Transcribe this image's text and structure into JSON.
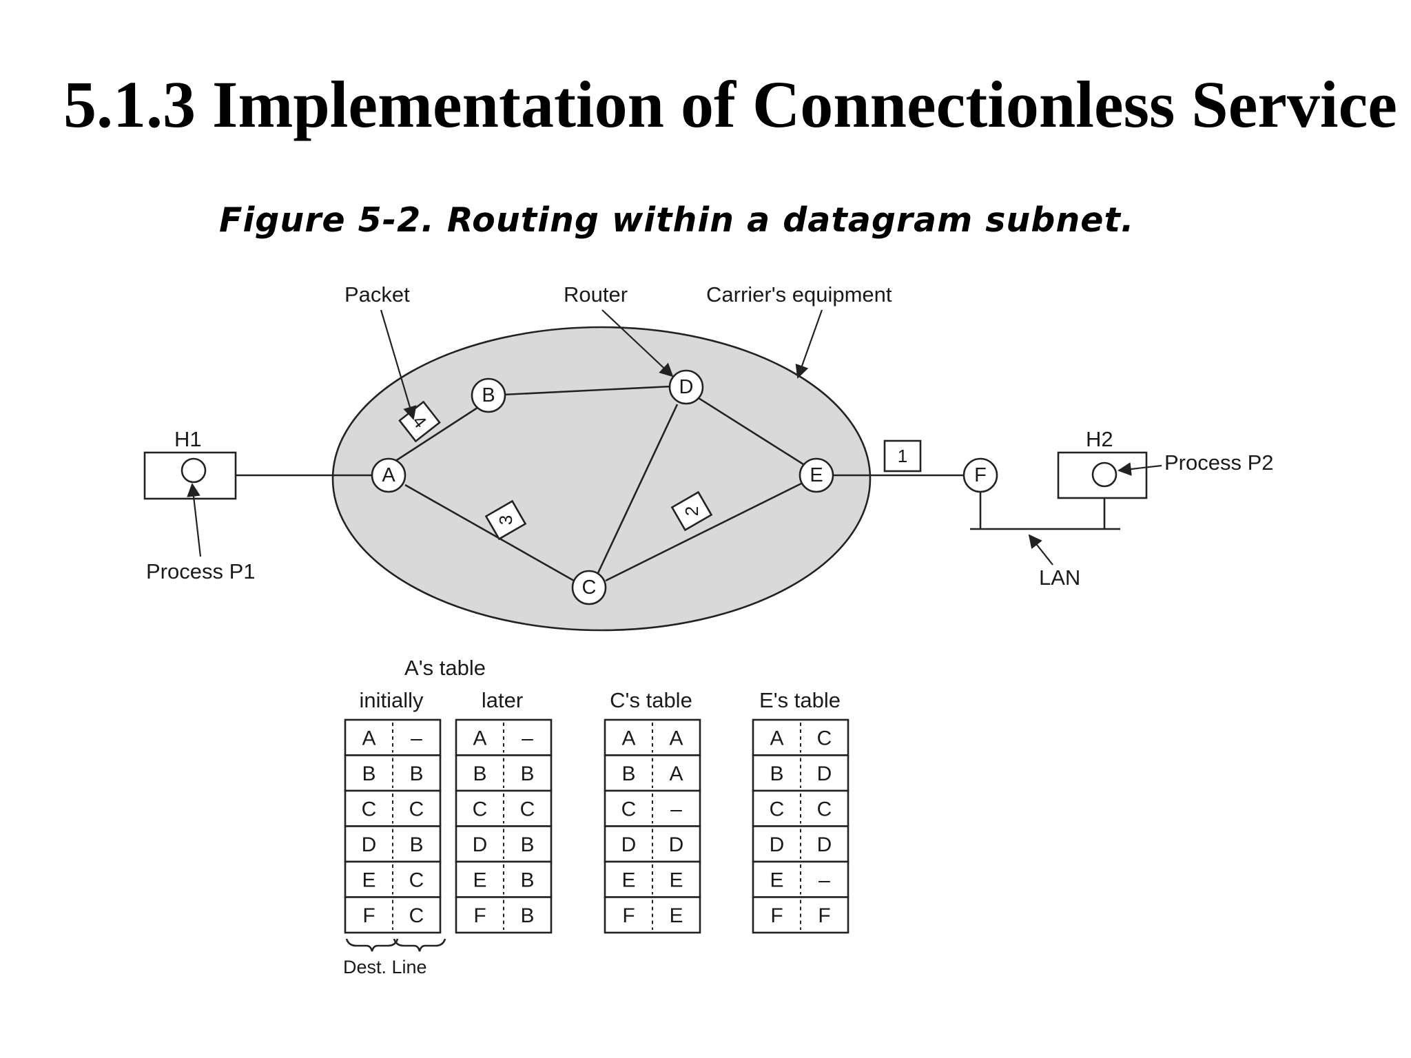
{
  "title": "5.1.3 Implementation of Connectionless Service",
  "caption": "Figure 5-2. Routing within a datagram subnet.",
  "colors": {
    "carrier_fill": "#d9d9d9",
    "stroke": "#222222",
    "background": "#ffffff"
  },
  "diagram": {
    "callouts": {
      "packet": "Packet",
      "router": "Router",
      "carrier": "Carrier's equipment",
      "process_p1": "Process P1",
      "process_p2": "Process P2",
      "lan": "LAN"
    },
    "hosts": {
      "h1": "H1",
      "h2": "H2"
    },
    "nodes": {
      "a": "A",
      "b": "B",
      "c": "C",
      "d": "D",
      "e": "E",
      "f": "F"
    },
    "packets": {
      "p1": "1",
      "p2": "2",
      "p3": "3",
      "p4": "4"
    }
  },
  "tables": {
    "a_title": "A's table",
    "initially_label": "initially",
    "later_label": "later",
    "c_title": "C's table",
    "e_title": "E's table",
    "legend": "Dest. Line",
    "a_initially": [
      [
        "A",
        "–"
      ],
      [
        "B",
        "B"
      ],
      [
        "C",
        "C"
      ],
      [
        "D",
        "B"
      ],
      [
        "E",
        "C"
      ],
      [
        "F",
        "C"
      ]
    ],
    "a_later": [
      [
        "A",
        "–"
      ],
      [
        "B",
        "B"
      ],
      [
        "C",
        "C"
      ],
      [
        "D",
        "B"
      ],
      [
        "E",
        "B"
      ],
      [
        "F",
        "B"
      ]
    ],
    "c_table": [
      [
        "A",
        "A"
      ],
      [
        "B",
        "A"
      ],
      [
        "C",
        "–"
      ],
      [
        "D",
        "D"
      ],
      [
        "E",
        "E"
      ],
      [
        "F",
        "E"
      ]
    ],
    "e_table": [
      [
        "A",
        "C"
      ],
      [
        "B",
        "D"
      ],
      [
        "C",
        "C"
      ],
      [
        "D",
        "D"
      ],
      [
        "E",
        "–"
      ],
      [
        "F",
        "F"
      ]
    ]
  }
}
